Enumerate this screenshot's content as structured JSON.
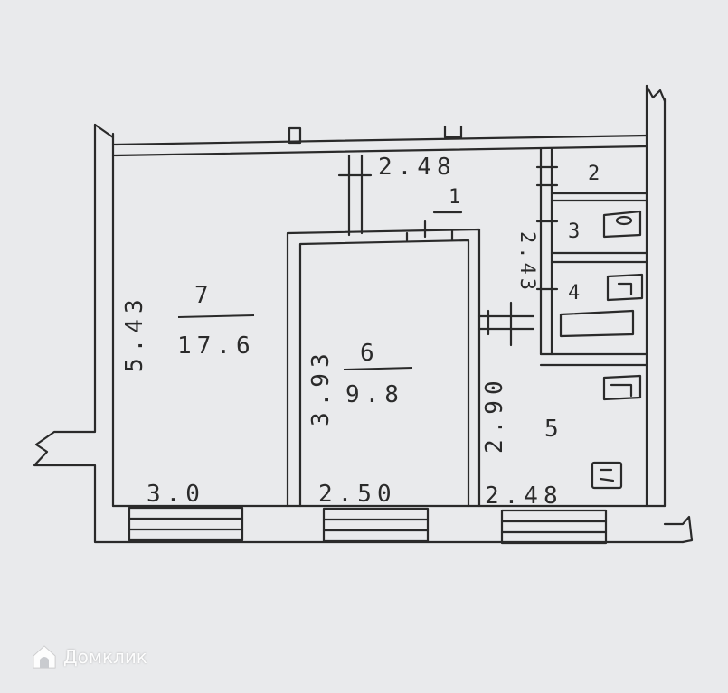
{
  "plan": {
    "room7": {
      "number": "7",
      "area": "17.6",
      "length": "5.43",
      "width": "3.0"
    },
    "room6": {
      "number": "6",
      "area": "9.8",
      "length": "3.93",
      "width": "2.50"
    },
    "room1": {
      "number": "1",
      "width": "2.48"
    },
    "room5": {
      "number": "5",
      "length": "2.90",
      "width": "2.48"
    },
    "room2": {
      "number": "2"
    },
    "room3": {
      "number": "3"
    },
    "room4": {
      "number": "4"
    },
    "corridor_length": "2.43"
  },
  "watermark": {
    "text": "Домклик",
    "icon": "domclick-house-icon"
  },
  "colors": {
    "ink": "#2a2a2a",
    "paper": "#e9eaec"
  }
}
